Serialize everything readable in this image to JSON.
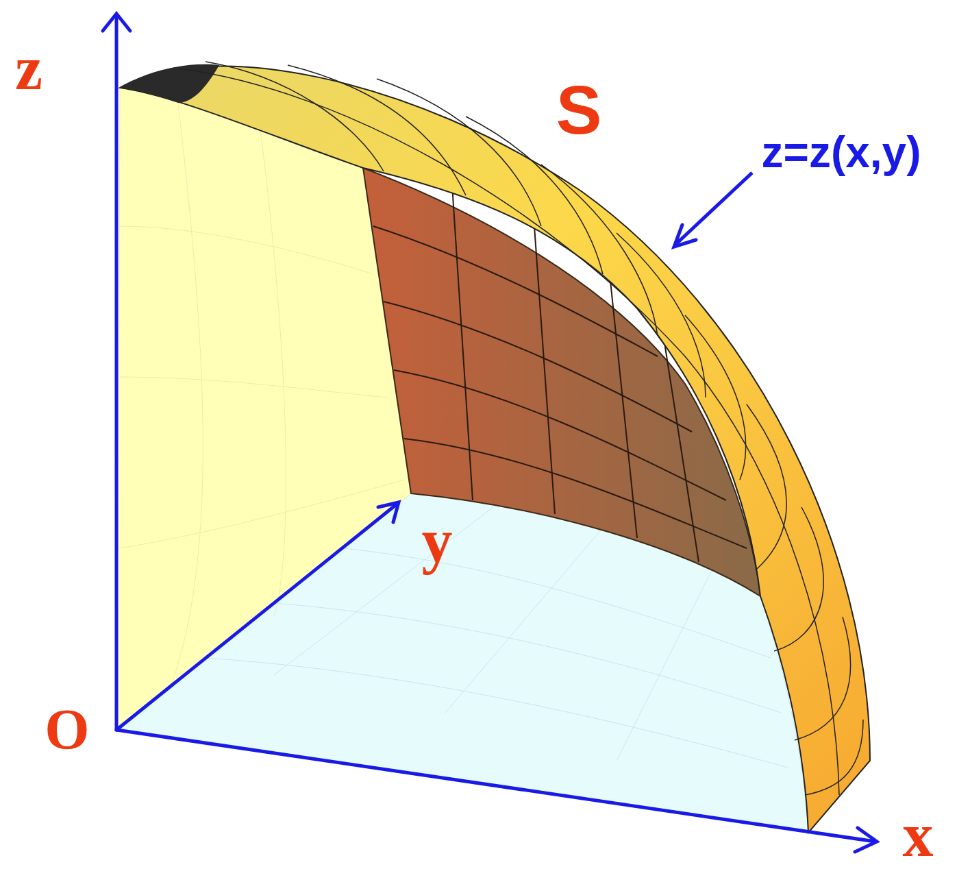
{
  "diagram": {
    "labels": [
      "z",
      "S",
      "z=z(x,y)",
      "y",
      "O",
      "x"
    ]
  }
}
